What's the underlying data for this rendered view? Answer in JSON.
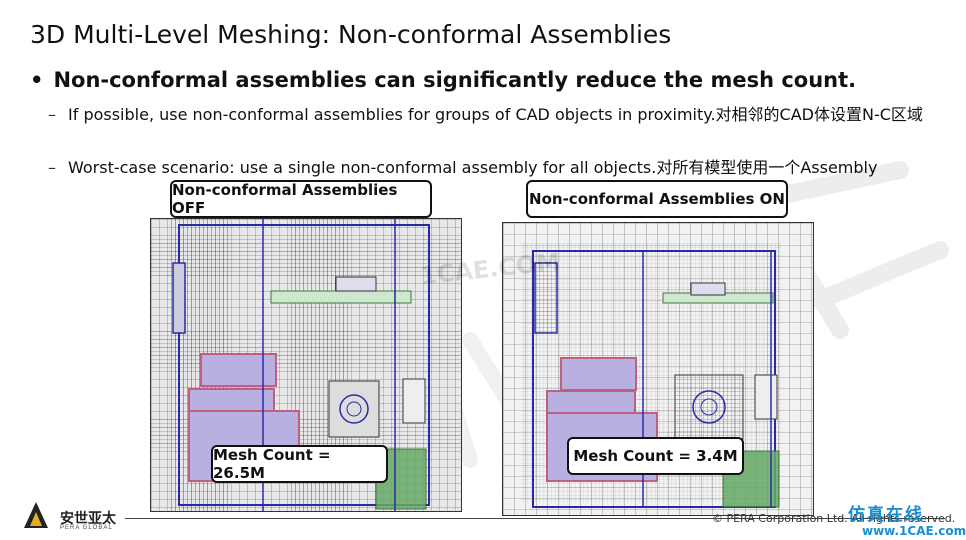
{
  "slide": {
    "title": "3D Multi-Level Meshing: Non-conformal Assemblies",
    "bullet": "Non-conformal assemblies can significantly reduce the mesh count.",
    "sub_points": [
      "If possible, use non-conformal  assemblies for groups of CAD objects in proximity.对相邻的CAD体设置N-C区域",
      "Worst-case scenario: use a single non-conformal  assembly for all objects.对所有模型使用一个Assembly"
    ]
  },
  "panels": {
    "left": {
      "label": "Non-conformal  Assemblies OFF",
      "mesh_count": "Mesh Count = 26.5M"
    },
    "right": {
      "label": "Non-conformal  Assemblies ON",
      "mesh_count": "Mesh Count = 3.4M"
    }
  },
  "watermark": {
    "text": "1CAE.COM"
  },
  "footer": {
    "logo_text": "安世亚太",
    "logo_sub": "PERA GLOBAL",
    "copyright": "©  PERA Corporation Ltd. All rights reserved.",
    "brand": "仿真在线",
    "site": "www.1CAE.com"
  },
  "colors": {
    "accent_blue": "#1a8fd0",
    "mesh_blue": "#2a2aa8",
    "pink": "#c06080",
    "green": "#3a9a3a"
  }
}
